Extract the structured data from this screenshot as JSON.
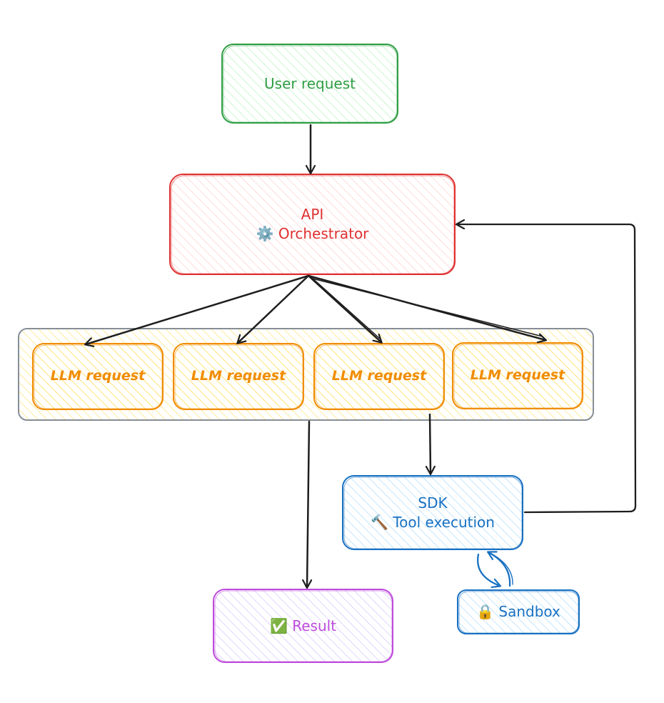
{
  "nodes": {
    "user_request": {
      "label": "User request"
    },
    "api": {
      "line1": "API",
      "line2_icon": "⚙️",
      "line2_text": "Orchestrator"
    },
    "llm_requests": [
      {
        "label": "LLM request"
      },
      {
        "label": "LLM request"
      },
      {
        "label": "LLM request"
      },
      {
        "label": "LLM request"
      }
    ],
    "sdk": {
      "line1": "SDK",
      "line2_icon": "🔨",
      "line2_text": "Tool execution"
    },
    "sandbox": {
      "icon": "🔒",
      "text": "Sandbox"
    },
    "result": {
      "icon": "✅",
      "text": "Result"
    }
  },
  "colors": {
    "green": "#2f9e44",
    "green_fill": "#b2f2bb",
    "red": "#e03131",
    "red_fill": "#ffc9c9",
    "orange": "#f08c00",
    "yellow_fill": "#ffec99",
    "gray": "#868e96",
    "blue": "#1971c2",
    "blue_fill": "#a5d8ff",
    "purple": "#be4bdb",
    "purple_fill": "#d0bfff",
    "arrow": "#1e1e1e"
  },
  "icons": [
    "gear-icon",
    "hammer-icon",
    "lock-icon",
    "check-icon"
  ]
}
